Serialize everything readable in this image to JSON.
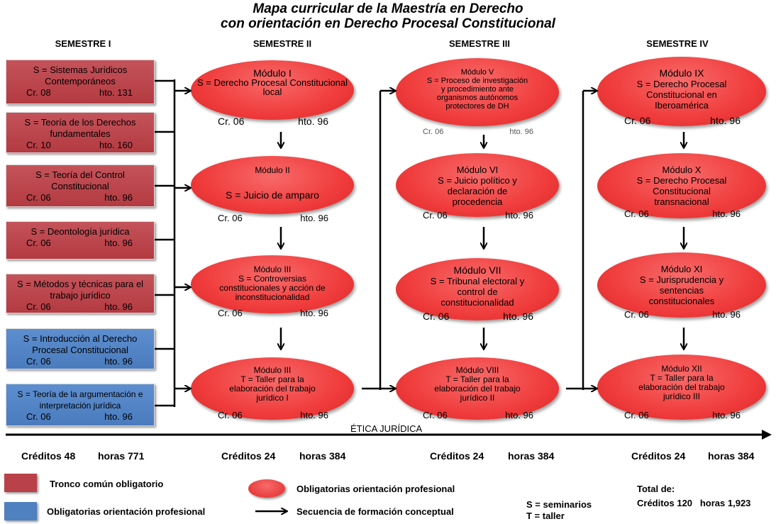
{
  "title": {
    "line1": "Mapa curricular de la Maestría en Derecho",
    "line2": "con orientación en Derecho Procesal Constitucional"
  },
  "semesters": [
    "SEMESTRE I",
    "SEMESTRE II",
    "SEMESTRE III",
    "SEMESTRE IV"
  ],
  "semester1": [
    {
      "title": "S  = Sistemas Jurídicos Contemporáneos",
      "cr": "Cr. 08",
      "hto": "hto. 131",
      "color": "#b94149"
    },
    {
      "title": "S  = Teoría de los Derechos fundamentales",
      "cr": "Cr. 10",
      "hto": "hto. 160",
      "color": "#b94149"
    },
    {
      "title": "S  = Teoría del Control Constitucional",
      "cr": "Cr. 06",
      "hto": "hto. 96",
      "color": "#b94149"
    },
    {
      "title": "S  = Deontología jurídica",
      "cr": "Cr. 06",
      "hto": "hto. 96",
      "color": "#b94149"
    },
    {
      "title": "S  = Métodos y técnicas para el trabajo jurídico",
      "cr": "Cr. 06",
      "hto": "hto. 96",
      "color": "#b94149"
    },
    {
      "title": "S  = Introducción al Derecho Procesal Constitucional",
      "cr": "Cr. 06",
      "hto": "hto. 96",
      "color": "#4f80c0"
    },
    {
      "title": "S  = Teoría de la argumentación  e interpretación jurídica",
      "cr": "Cr. 06",
      "hto": "hto. 96",
      "color": "#4f80c0"
    }
  ],
  "semester2": [
    {
      "module": "Módulo I",
      "desc": "S  =  Derecho Procesal Constitucional local",
      "cr": "Cr. 06",
      "hto": "hto. 96"
    },
    {
      "module": "Módulo II",
      "desc": "S  = Juicio de amparo",
      "cr": "Cr. 06",
      "hto": "hto. 96"
    },
    {
      "module": "Módulo III",
      "desc": "S  = Controversias constitucionales  y acción de inconstitucionalidad",
      "cr": "Cr. 06",
      "hto": "hto. 96"
    },
    {
      "module": "Módulo III",
      "desc": "T = Taller para la elaboración del trabajo jurídico I",
      "cr": "Cr. 06",
      "hto": "hto. 96"
    }
  ],
  "semester3": [
    {
      "module": "Módulo  V",
      "desc": "S = Proceso de investigación  y procedimiento ante organismos autónomos protectores  de DH",
      "cr": "Cr. 06",
      "hto": "hto. 96"
    },
    {
      "module": "Módulo VI",
      "desc": "S  = Juicio político y declaración de procedencia",
      "cr": "Cr. 06",
      "hto": "hto. 96"
    },
    {
      "module": "Módulo VII",
      "desc": "S = Tribunal electoral y control de constitucionalidad",
      "cr": "Cr. 06",
      "hto": "hto. 96"
    },
    {
      "module": "Módulo VIII",
      "desc": "T = Taller para la elaboración del trabajo jurídico II",
      "cr": "Cr. 06",
      "hto": "hto. 96"
    }
  ],
  "semester4": [
    {
      "module": "Módulo IX",
      "desc": "S = Derecho Procesal Constitucional en Iberoamérica",
      "cr": "Cr. 06",
      "hto": "hto. 96"
    },
    {
      "module": "Módulo X",
      "desc": "S  = Derecho Procesal Constitucional transnacional",
      "cr": "Cr. 06",
      "hto": "hto. 96"
    },
    {
      "module": "Módulo XI",
      "desc": "S  = Jurisprudencia y sentencias constitucionales",
      "cr": "Cr. 06",
      "hto": "hto. 96"
    },
    {
      "module": "Módulo XII",
      "desc": "T = Taller para la elaboración del trabajo jurídico III",
      "cr": "Cr. 06",
      "hto": "hto. 96"
    }
  ],
  "ethics": "ÉTICA JURÍDICA",
  "totals": [
    {
      "credits": "Créditos 48",
      "hours": "horas 771"
    },
    {
      "credits": "Créditos 24",
      "hours": "horas 384"
    },
    {
      "credits": "Créditos 24",
      "hours": "horas 384"
    },
    {
      "credits": "Créditos 24",
      "hours": "horas 384"
    }
  ],
  "legend": {
    "red_box": "Tronco común  obligatorio",
    "blue_box": "Obligatorias  orientación profesional",
    "ellipse": "Obligatorias orientación profesional",
    "arrow": "Secuencia de formación conceptual",
    "s_def": "S = seminarios",
    "t_def": "T = taller",
    "total_label": "Total de:",
    "total_value": "Créditos 120   horas 1,923"
  }
}
